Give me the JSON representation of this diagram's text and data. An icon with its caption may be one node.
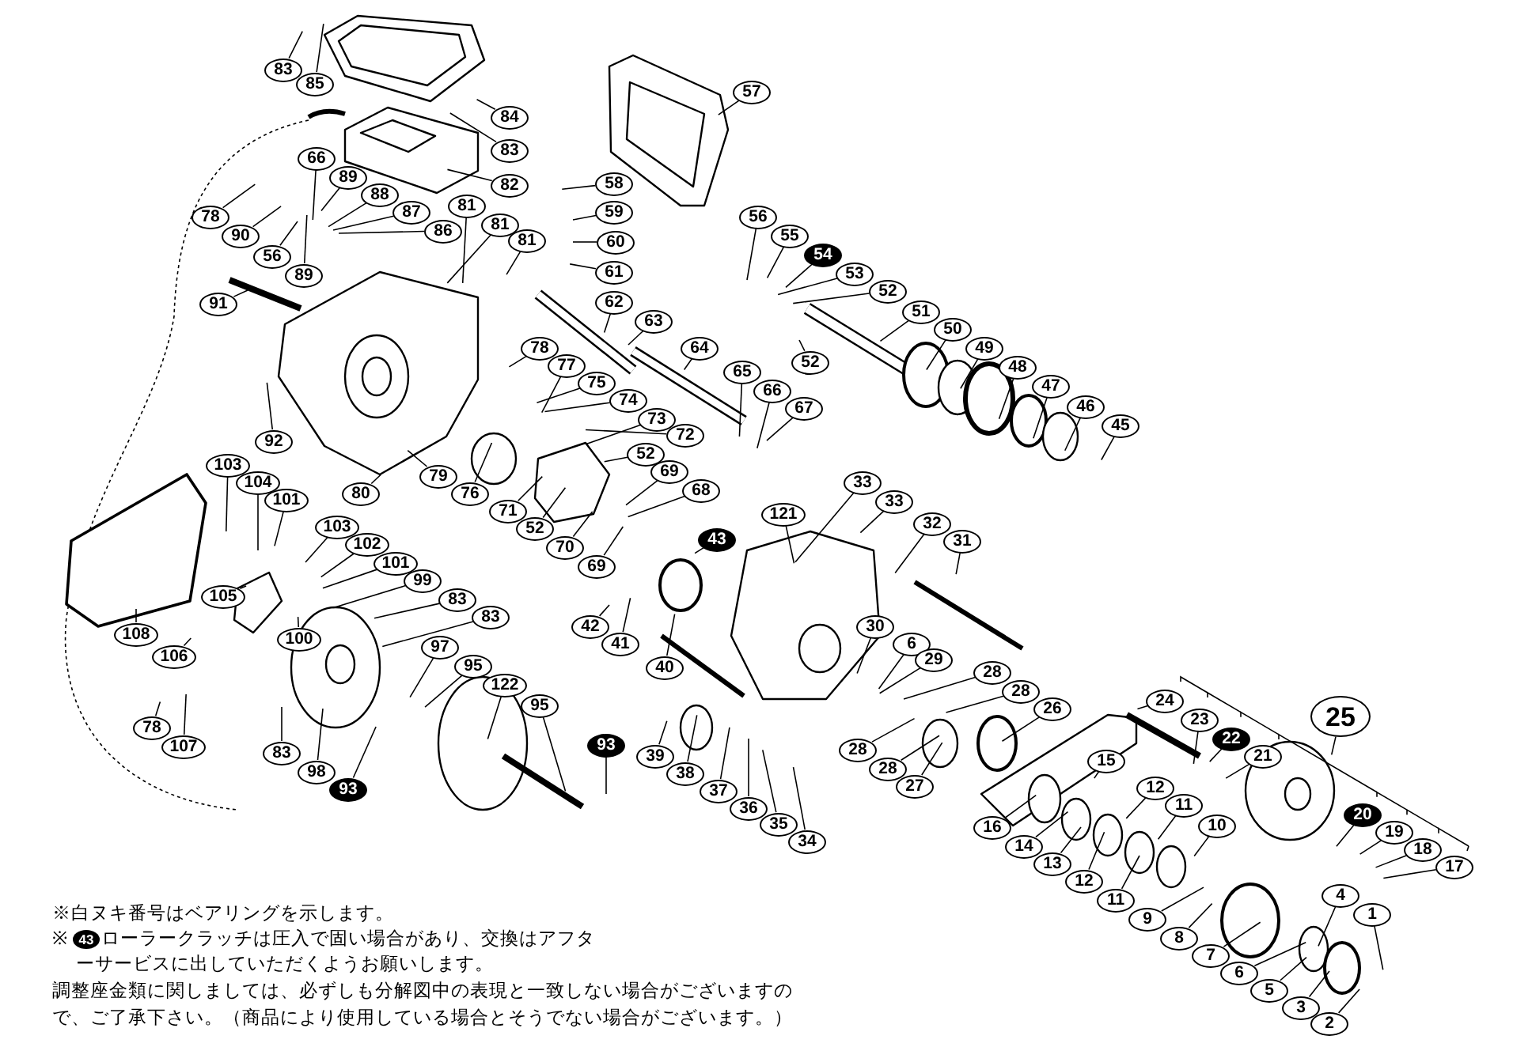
{
  "diagram": {
    "nodes": [
      {
        "text": [
          "83"
        ]
      },
      {
        "text": [
          "85"
        ]
      },
      {
        "text": [
          "84"
        ]
      },
      {
        "text": [
          "83"
        ]
      },
      {
        "text": [
          "82"
        ]
      },
      {
        "text": [
          "57"
        ]
      },
      {
        "text": [
          "66"
        ]
      },
      {
        "text": [
          "89"
        ]
      },
      {
        "text": [
          "88"
        ]
      },
      {
        "text": [
          "87"
        ]
      },
      {
        "text": [
          "86"
        ]
      },
      {
        "text": [
          "81"
        ]
      },
      {
        "text": [
          "81"
        ]
      },
      {
        "text": [
          "81"
        ]
      },
      {
        "text": [
          "78"
        ]
      },
      {
        "text": [
          "90"
        ]
      },
      {
        "text": [
          "56"
        ]
      },
      {
        "text": [
          "89"
        ]
      },
      {
        "text": [
          "58"
        ]
      },
      {
        "text": [
          "59"
        ]
      },
      {
        "text": [
          "60"
        ]
      },
      {
        "text": [
          "61"
        ]
      },
      {
        "text": [
          "56"
        ]
      },
      {
        "text": [
          "55"
        ]
      },
      {
        "text": [
          "54"
        ]
      },
      {
        "text": [
          "53"
        ]
      },
      {
        "text": [
          "52"
        ]
      },
      {
        "text": [
          "91"
        ]
      },
      {
        "text": [
          "62"
        ]
      },
      {
        "text": [
          "63"
        ]
      },
      {
        "text": [
          "52"
        ]
      },
      {
        "text": [
          "51"
        ]
      },
      {
        "text": [
          "50"
        ]
      },
      {
        "text": [
          "49"
        ]
      },
      {
        "text": [
          "48"
        ]
      },
      {
        "text": [
          "78"
        ]
      },
      {
        "text": [
          "64"
        ]
      },
      {
        "text": [
          "77"
        ]
      },
      {
        "text": [
          "75"
        ]
      },
      {
        "text": [
          "47"
        ]
      },
      {
        "text": [
          "65"
        ]
      },
      {
        "text": [
          "66"
        ]
      },
      {
        "text": [
          "74"
        ]
      },
      {
        "text": [
          "46"
        ]
      },
      {
        "text": [
          "67"
        ]
      },
      {
        "text": [
          "73"
        ]
      },
      {
        "text": [
          "45"
        ]
      },
      {
        "text": [
          "72"
        ]
      },
      {
        "text": [
          "92"
        ]
      },
      {
        "text": [
          "52"
        ]
      },
      {
        "text": [
          "69"
        ]
      },
      {
        "text": [
          "79"
        ]
      },
      {
        "text": [
          "68"
        ]
      },
      {
        "text": [
          "80"
        ]
      },
      {
        "text": [
          "76"
        ]
      },
      {
        "text": [
          "103"
        ]
      },
      {
        "text": [
          "33"
        ]
      },
      {
        "text": [
          "104"
        ]
      },
      {
        "text": [
          "71"
        ]
      },
      {
        "text": [
          "33"
        ]
      },
      {
        "text": [
          "101"
        ]
      },
      {
        "text": [
          "121"
        ]
      },
      {
        "text": [
          "52"
        ]
      },
      {
        "text": [
          "32"
        ]
      },
      {
        "text": [
          "103"
        ]
      },
      {
        "text": [
          "43"
        ]
      },
      {
        "text": [
          "31"
        ]
      },
      {
        "text": [
          "102"
        ]
      },
      {
        "text": [
          "70"
        ]
      },
      {
        "text": [
          "101"
        ]
      },
      {
        "text": [
          "69"
        ]
      },
      {
        "text": [
          "99"
        ]
      },
      {
        "text": [
          "105"
        ]
      },
      {
        "text": [
          "83"
        ]
      },
      {
        "text": [
          "83"
        ]
      },
      {
        "text": [
          "42"
        ]
      },
      {
        "text": [
          "108"
        ]
      },
      {
        "text": [
          "100"
        ]
      },
      {
        "text": [
          "30"
        ]
      },
      {
        "text": [
          "41"
        ]
      },
      {
        "text": [
          "6"
        ]
      },
      {
        "text": [
          "97"
        ]
      },
      {
        "text": [
          "106"
        ]
      },
      {
        "text": [
          "29"
        ]
      },
      {
        "text": [
          "40"
        ]
      },
      {
        "text": [
          "95"
        ]
      },
      {
        "text": [
          "28"
        ]
      },
      {
        "text": [
          "122"
        ]
      },
      {
        "text": [
          "28"
        ]
      },
      {
        "text": [
          "24"
        ]
      },
      {
        "text": [
          "95"
        ]
      },
      {
        "text": [
          "26"
        ]
      },
      {
        "text": [
          "23"
        ]
      },
      {
        "text": [
          "25"
        ]
      },
      {
        "text": [
          "78"
        ]
      },
      {
        "text": [
          "22"
        ]
      },
      {
        "text": [
          "93"
        ]
      },
      {
        "text": [
          "107"
        ]
      },
      {
        "text": [
          "39"
        ]
      },
      {
        "text": [
          "28"
        ]
      },
      {
        "text": [
          "83"
        ]
      },
      {
        "text": [
          "21"
        ]
      },
      {
        "text": [
          "15"
        ]
      },
      {
        "text": [
          "28"
        ]
      },
      {
        "text": [
          "38"
        ]
      },
      {
        "text": [
          "27"
        ]
      },
      {
        "text": [
          "98"
        ]
      },
      {
        "text": [
          "12"
        ]
      },
      {
        "text": [
          "93"
        ]
      },
      {
        "text": [
          "37"
        ]
      },
      {
        "text": [
          "11"
        ]
      },
      {
        "text": [
          "36"
        ]
      },
      {
        "text": [
          "20"
        ]
      },
      {
        "text": [
          "10"
        ]
      },
      {
        "text": [
          "16"
        ]
      },
      {
        "text": [
          "35"
        ]
      },
      {
        "text": [
          "19"
        ]
      },
      {
        "text": [
          "34"
        ]
      },
      {
        "text": [
          "14"
        ]
      },
      {
        "text": [
          "18"
        ]
      },
      {
        "text": [
          "13"
        ]
      },
      {
        "text": [
          "17"
        ]
      },
      {
        "text": [
          "12"
        ]
      },
      {
        "text": [
          "4"
        ]
      },
      {
        "text": [
          "11"
        ]
      },
      {
        "text": [
          "1"
        ]
      },
      {
        "text": [
          "9"
        ]
      },
      {
        "text": [
          "8"
        ]
      },
      {
        "text": [
          "7"
        ]
      },
      {
        "text": [
          "6"
        ]
      },
      {
        "text": [
          "5"
        ]
      },
      {
        "text": [
          "3"
        ]
      },
      {
        "text": [
          "2"
        ]
      }
    ],
    "edges": [
      {
        "from": 0,
        "to": null,
        "arrow": "none"
      },
      {
        "from": 1,
        "to": null,
        "arrow": "none"
      },
      {
        "from": 2,
        "to": null,
        "arrow": "none"
      },
      {
        "from": 3,
        "to": null,
        "arrow": "none"
      },
      {
        "from": 4,
        "to": null,
        "arrow": "none"
      },
      {
        "from": 5,
        "to": null,
        "arrow": "none"
      },
      {
        "from": 6,
        "to": null,
        "arrow": "none"
      },
      {
        "from": 7,
        "to": null,
        "arrow": "none"
      },
      {
        "from": 8,
        "to": null,
        "arrow": "none"
      },
      {
        "from": 9,
        "to": null,
        "arrow": "none"
      },
      {
        "from": 10,
        "to": null,
        "arrow": "none"
      },
      {
        "from": 11,
        "to": null,
        "arrow": "none"
      },
      {
        "from": 12,
        "to": null,
        "arrow": "none"
      },
      {
        "from": 13,
        "to": null,
        "arrow": "none"
      },
      {
        "from": 14,
        "to": null,
        "arrow": "none"
      },
      {
        "from": 15,
        "to": null,
        "arrow": "none"
      },
      {
        "from": 16,
        "to": null,
        "arrow": "none"
      },
      {
        "from": 17,
        "to": null,
        "arrow": "none"
      },
      {
        "from": 18,
        "to": null,
        "arrow": "none"
      },
      {
        "from": 19,
        "to": null,
        "arrow": "none"
      },
      {
        "from": 20,
        "to": null,
        "arrow": "none"
      },
      {
        "from": 21,
        "to": null,
        "arrow": "none"
      },
      {
        "from": 22,
        "to": null,
        "arrow": "none"
      },
      {
        "from": 23,
        "to": null,
        "arrow": "none"
      },
      {
        "from": 24,
        "to": null,
        "arrow": "none"
      },
      {
        "from": 25,
        "to": null,
        "arrow": "none"
      },
      {
        "from": 26,
        "to": null,
        "arrow": "none"
      },
      {
        "from": 27,
        "to": null,
        "arrow": "none"
      },
      {
        "from": 28,
        "to": null,
        "arrow": "none"
      },
      {
        "from": 29,
        "to": null,
        "arrow": "none"
      },
      {
        "from": 30,
        "to": null,
        "arrow": "none"
      },
      {
        "from": 31,
        "to": null,
        "arrow": "none"
      },
      {
        "from": 32,
        "to": null,
        "arrow": "none"
      },
      {
        "from": 33,
        "to": null,
        "arrow": "none"
      },
      {
        "from": 34,
        "to": null,
        "arrow": "none"
      },
      {
        "from": 35,
        "to": null,
        "arrow": "none"
      },
      {
        "from": 36,
        "to": null,
        "arrow": "none"
      },
      {
        "from": 37,
        "to": null,
        "arrow": "none"
      },
      {
        "from": 38,
        "to": null,
        "arrow": "none"
      },
      {
        "from": 39,
        "to": null,
        "arrow": "none"
      },
      {
        "from": 40,
        "to": null,
        "arrow": "none"
      },
      {
        "from": 41,
        "to": null,
        "arrow": "none"
      },
      {
        "from": 42,
        "to": null,
        "arrow": "none"
      },
      {
        "from": 43,
        "to": null,
        "arrow": "none"
      },
      {
        "from": 44,
        "to": null,
        "arrow": "none"
      },
      {
        "from": 45,
        "to": null,
        "arrow": "none"
      },
      {
        "from": 46,
        "to": null,
        "arrow": "none"
      },
      {
        "from": 47,
        "to": null,
        "arrow": "none"
      },
      {
        "from": 48,
        "to": null,
        "arrow": "none"
      },
      {
        "from": 49,
        "to": null,
        "arrow": "none"
      },
      {
        "from": 50,
        "to": null,
        "arrow": "none"
      },
      {
        "from": 51,
        "to": null,
        "arrow": "none"
      },
      {
        "from": 52,
        "to": null,
        "arrow": "none"
      },
      {
        "from": 53,
        "to": null,
        "arrow": "none"
      },
      {
        "from": 54,
        "to": null,
        "arrow": "none"
      },
      {
        "from": 55,
        "to": null,
        "arrow": "none"
      },
      {
        "from": 56,
        "to": null,
        "arrow": "none"
      },
      {
        "from": 57,
        "to": null,
        "arrow": "none"
      },
      {
        "from": 58,
        "to": null,
        "arrow": "none"
      },
      {
        "from": 59,
        "to": null,
        "arrow": "none"
      },
      {
        "from": 60,
        "to": null,
        "arrow": "none"
      },
      {
        "from": 61,
        "to": null,
        "arrow": "none"
      },
      {
        "from": 62,
        "to": null,
        "arrow": "none"
      },
      {
        "from": 63,
        "to": null,
        "arrow": "none"
      },
      {
        "from": 64,
        "to": null,
        "arrow": "none"
      },
      {
        "from": 65,
        "to": null,
        "arrow": "none"
      },
      {
        "from": 66,
        "to": null,
        "arrow": "none"
      },
      {
        "from": 67,
        "to": null,
        "arrow": "none"
      },
      {
        "from": 68,
        "to": null,
        "arrow": "none"
      },
      {
        "from": 69,
        "to": null,
        "arrow": "none"
      },
      {
        "from": 70,
        "to": null,
        "arrow": "none"
      },
      {
        "from": 71,
        "to": null,
        "arrow": "none"
      },
      {
        "from": 72,
        "to": null,
        "arrow": "none"
      },
      {
        "from": 73,
        "to": null,
        "arrow": "none"
      },
      {
        "from": 74,
        "to": null,
        "arrow": "none"
      },
      {
        "from": 75,
        "to": null,
        "arrow": "none"
      },
      {
        "from": 76,
        "to": null,
        "arrow": "none"
      },
      {
        "from": 77,
        "to": null,
        "arrow": "none"
      },
      {
        "from": 78,
        "to": null,
        "arrow": "none"
      },
      {
        "from": 79,
        "to": null,
        "arrow": "none"
      },
      {
        "from": 80,
        "to": null,
        "arrow": "none"
      },
      {
        "from": 81,
        "to": null,
        "arrow": "none"
      },
      {
        "from": 82,
        "to": null,
        "arrow": "none"
      },
      {
        "from": 83,
        "to": null,
        "arrow": "none"
      },
      {
        "from": 84,
        "to": null,
        "arrow": "none"
      },
      {
        "from": 85,
        "to": null,
        "arrow": "none"
      },
      {
        "from": 86,
        "to": null,
        "arrow": "none"
      },
      {
        "from": 87,
        "to": null,
        "arrow": "none"
      },
      {
        "from": 88,
        "to": null,
        "arrow": "none"
      },
      {
        "from": 89,
        "to": null,
        "arrow": "none"
      },
      {
        "from": 90,
        "to": null,
        "arrow": "none"
      },
      {
        "from": 91,
        "to": null,
        "arrow": "none"
      },
      {
        "from": 92,
        "to": null,
        "arrow": "none"
      },
      {
        "from": 93,
        "to": null,
        "arrow": "none"
      },
      {
        "from": 94,
        "to": null,
        "arrow": "none"
      },
      {
        "from": 95,
        "to": null,
        "arrow": "none"
      },
      {
        "from": 96,
        "to": null,
        "arrow": "none"
      },
      {
        "from": 97,
        "to": null,
        "arrow": "none"
      },
      {
        "from": 98,
        "to": null,
        "arrow": "none"
      },
      {
        "from": 99,
        "to": null,
        "arrow": "none"
      },
      {
        "from": 100,
        "to": null,
        "arrow": "none"
      },
      {
        "from": 101,
        "to": null,
        "arrow": "none"
      },
      {
        "from": 102,
        "to": null,
        "arrow": "none"
      },
      {
        "from": 103,
        "to": null,
        "arrow": "none"
      },
      {
        "from": 104,
        "to": null,
        "arrow": "none"
      },
      {
        "from": 105,
        "to": null,
        "arrow": "none"
      },
      {
        "from": 106,
        "to": null,
        "arrow": "none"
      },
      {
        "from": 107,
        "to": null,
        "arrow": "none"
      },
      {
        "from": 108,
        "to": null,
        "arrow": "none"
      },
      {
        "from": 109,
        "to": null,
        "arrow": "none"
      },
      {
        "from": 110,
        "to": null,
        "arrow": "none"
      },
      {
        "from": 111,
        "to": null,
        "arrow": "none"
      },
      {
        "from": 112,
        "to": null,
        "arrow": "none"
      },
      {
        "from": 113,
        "to": null,
        "arrow": "none"
      },
      {
        "from": 114,
        "to": null,
        "arrow": "none"
      },
      {
        "from": 115,
        "to": null,
        "arrow": "none"
      },
      {
        "from": 116,
        "to": null,
        "arrow": "none"
      },
      {
        "from": 117,
        "to": null,
        "arrow": "none"
      },
      {
        "from": 118,
        "to": null,
        "arrow": "none"
      },
      {
        "from": 119,
        "to": null,
        "arrow": "none"
      },
      {
        "from": 120,
        "to": null,
        "arrow": "none"
      },
      {
        "from": 121,
        "to": null,
        "arrow": "none"
      },
      {
        "from": 122,
        "to": null,
        "arrow": "none"
      },
      {
        "from": 123,
        "to": null,
        "arrow": "none"
      },
      {
        "from": 124,
        "to": null,
        "arrow": "none"
      },
      {
        "from": 125,
        "to": null,
        "arrow": "none"
      },
      {
        "from": 126,
        "to": null,
        "arrow": "none"
      },
      {
        "from": 127,
        "to": null,
        "arrow": "none"
      },
      {
        "from": 128,
        "to": null,
        "arrow": "none"
      },
      {
        "from": 129,
        "to": null,
        "arrow": "none"
      },
      {
        "from": 130,
        "to": null,
        "arrow": "none"
      },
      {
        "from": 131,
        "to": null,
        "arrow": "none"
      },
      {
        "from": 132,
        "to": null,
        "arrow": "none"
      }
    ],
    "labels": [
      "※白ヌキ番号はベアリングを示します。",
      "※",
      "43",
      "ローラークラッチは圧入で固い場合があり、交換はアフターサービスに出していただくようお願いします。",
      "調整座金類に関しましては、必ずしも分解図中の表現と一致しない場合がございますので、ご了承下さい。（商品により使用している場合とそうでない場合がございます。）"
    ]
  }
}
